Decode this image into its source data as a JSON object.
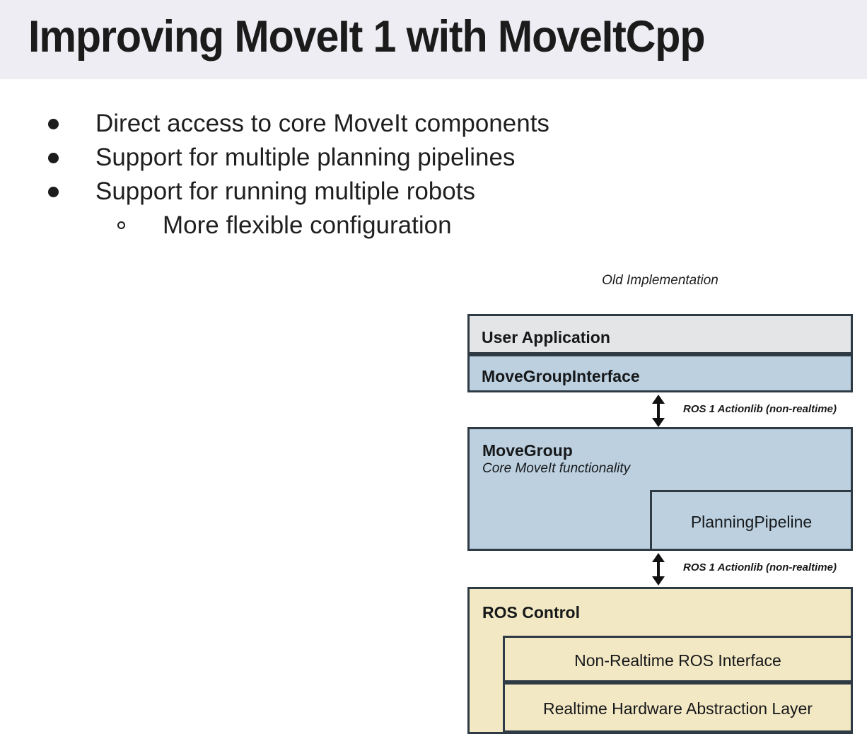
{
  "slide": {
    "title": "Improving MoveIt 1 with MoveItCpp",
    "header_bg": "#eeedf3",
    "body_bg": "#ffffff"
  },
  "bullets": [
    {
      "level": 1,
      "marker": "filled-disc",
      "text": "Direct access to core MoveIt components"
    },
    {
      "level": 1,
      "marker": "filled-disc",
      "text": "Support for multiple planning pipelines"
    },
    {
      "level": 1,
      "marker": "filled-disc",
      "text": "Support for running multiple robots"
    },
    {
      "level": 2,
      "marker": "hollow-circle",
      "text": "More flexible configuration"
    }
  ],
  "diagram": {
    "caption": "Old Implementation",
    "colors": {
      "gray": "#e3e5e6",
      "blue": "#bcd0e0",
      "cream": "#f3e8c4",
      "border": "#2e3a44",
      "arrow": "#111111"
    },
    "blocks": {
      "user_application": "User Application",
      "move_group_interface": "MoveGroupInterface",
      "move_group_title": "MoveGroup",
      "move_group_subtitle": "Core MoveIt functionality",
      "planning_pipeline": "PlanningPipeline",
      "ros_control": "ROS Control",
      "non_realtime_ros_interface": "Non-Realtime ROS Interface",
      "realtime_hardware_abstraction_layer": "Realtime Hardware Abstraction Layer"
    },
    "connectors": [
      {
        "label": "ROS 1 Actionlib (non-realtime)"
      },
      {
        "label": "ROS 1 Actionlib (non-realtime)"
      }
    ]
  }
}
